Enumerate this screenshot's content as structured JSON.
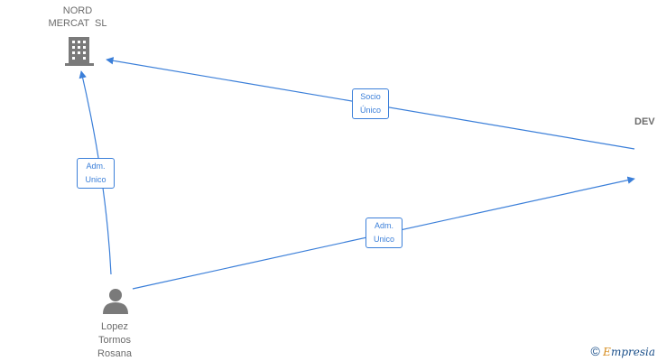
{
  "nodes": {
    "company": {
      "line1": "NORD",
      "line2": "MERCAT  SL"
    },
    "partial": {
      "label": "DEV"
    },
    "person": {
      "line1": "Lopez",
      "line2": "Tormos",
      "line3": "Rosana"
    }
  },
  "edges": {
    "socio": {
      "line1": "Socio",
      "line2": "Único"
    },
    "adm_left": {
      "line1": "Adm.",
      "line2": "Unico"
    },
    "adm_right": {
      "line1": "Adm.",
      "line2": "Unico"
    }
  },
  "watermark": {
    "symbol": "©",
    "brand_first": "E",
    "brand_rest": "mpresia"
  },
  "colors": {
    "edge": "#3b7fd9",
    "icon": "#7a7a7a",
    "text": "#6b6b6b"
  }
}
